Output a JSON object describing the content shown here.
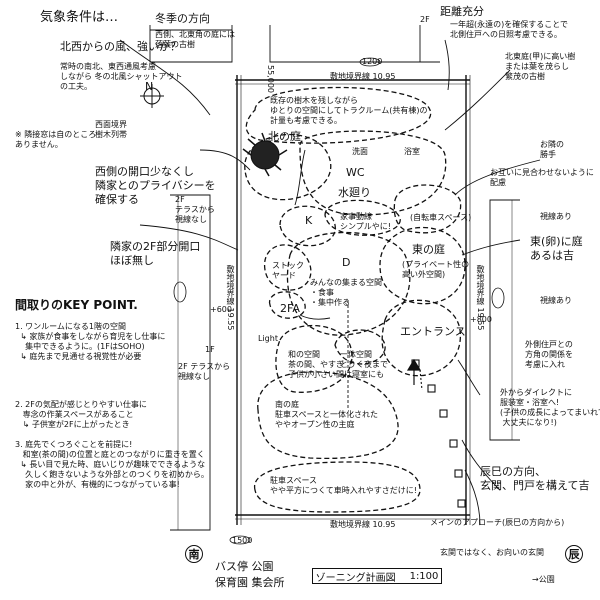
{
  "left_notes": {
    "climate": "気象条件は…",
    "north_wind": "北西からの風、強いか？",
    "west_wind_note": "常時の南北、東西通風考慮\nしながら 冬の北風シャットアウト\nの工夫。",
    "neighbor_window": "※ 隣接窓は自のところ\nありません。",
    "west_view": "西側の開口少なくし\n隣家とのプライバシーを\n確保する",
    "west_tree": "西面境界\n樹木列帯",
    "neighbor_2f": "隣家の2F部分開口\nほぼ無し",
    "side_label_2f": "2F\nテラスから\n視線なし",
    "side_label_view": "2F テラスから\n視線なし",
    "key_point_title": "間取りのKEY POINT.",
    "kp1": "1. ワンルームになる1階の空間\n  ↳ 家族が食事をしながら育児をし仕事に\n    集中できるように。(1FはSOHO)\n  ↳ 庭先まで見通せる視覚性が必要",
    "kp2": "2. 2Fの気配が感じとりやすい仕事に\n   専念の作業スペースがあること\n   ↳ 子供室が2Fに上がったとき",
    "kp3": "3. 庭先でくつろぐことを前提に!\n   和室(茶の間)の位置と庭とのつながりに重きを置く\n  ↳ 長い目で見た時、庭いじりが趣味でできるような\n    久しく飽きないような外部とのつくりを初めから。\n    家の中と外が、有機的につながっている事!"
  },
  "top_notes": {
    "wind_direction": "冬季の方向",
    "wind_detail": "西側、北東角の庭には\n落葉の古樹",
    "north_mark": "N",
    "distance_note": "距離充分",
    "distance_detail": "一年超(永遠の)を確保することで\n北側住戸への日照考慮できる。",
    "north_tree": "北東庭(甲)に高い樹\nまたは葉を茂らし\n繁茂の古樹",
    "north_boundary": "敷地境界線 10.95",
    "dim_top": "1200",
    "dim_55000": "55,000"
  },
  "right_notes": {
    "neighbor_window_r": "お隣の\n勝手",
    "view_r": "お互いに見合わせないように\n配慮",
    "view_sight": "視線あり",
    "east_tree": "東(卵)に庭\nあるは吉",
    "view_sight2": "視線あり",
    "neighbor_relation": "外側住戸との\n方角の関係を\n考慮に入れ",
    "outside_direct": "外からダイレクトに\n服装室・浴室へ!\n(子供の成長によってまいれても\n 大丈夫になり!)",
    "tatsumi": "辰巳の方向、\n玄関、門戸を構えて吉",
    "approach": "メインのアプローチ(辰巳の方向から)",
    "entrance_note": "玄関ではなく、お向いの玄関",
    "park_arrow": "→公園"
  },
  "bottom": {
    "bus_stop": "バス停 公園",
    "kindergarten": "保育園 集会所",
    "title": "ゾーニング計画図",
    "scale": "1:100",
    "south_char": "南",
    "east_char": "辰",
    "boundary_bottom": "敷地境界線 10.95",
    "dim_bottom": "1500"
  },
  "zones": {
    "north_garden": "北の庭",
    "top_bubble": "既存の樹木を残しながら\nゆとりの空間にしてトラクルーム(共有棟)の\n計量も考慮できる。",
    "bath": "浴室",
    "washroom": "洗面",
    "wc": "WC",
    "water": "水廻り",
    "k": "K",
    "work": "家事動線\nシンプルやに!",
    "bike": "(自転車スペース)",
    "east_garden": "東の庭",
    "east_garden_sub": "(プライベート性の\n高い外空間)",
    "storage": "ストック\nヤード",
    "d": "D",
    "family_room": "みんなの集まる空間\n・食事\n・集中作る",
    "two_fa": "2FA",
    "light": "Light",
    "tatami": "和の空間\n茶の間、やすぎ\n子供が小さい間は寝室にも",
    "hobby": "一体空間\nとりく夜まで",
    "entrance": "エントランス",
    "south_garden": "南の庭\n駐車スペースと一体化された\nややオープン性の主庭",
    "parking": "駐車スペース\nやや平方につくて車時入れやすさだけに!",
    "up_arrow": "UP",
    "floor_1f": "1F",
    "floor_2f": "2F",
    "plus_1": "+600",
    "plus_2": "+800",
    "dim_vert": "敷地境界線 19.55",
    "dim_vert_r": "敷地境界線 19.55"
  }
}
